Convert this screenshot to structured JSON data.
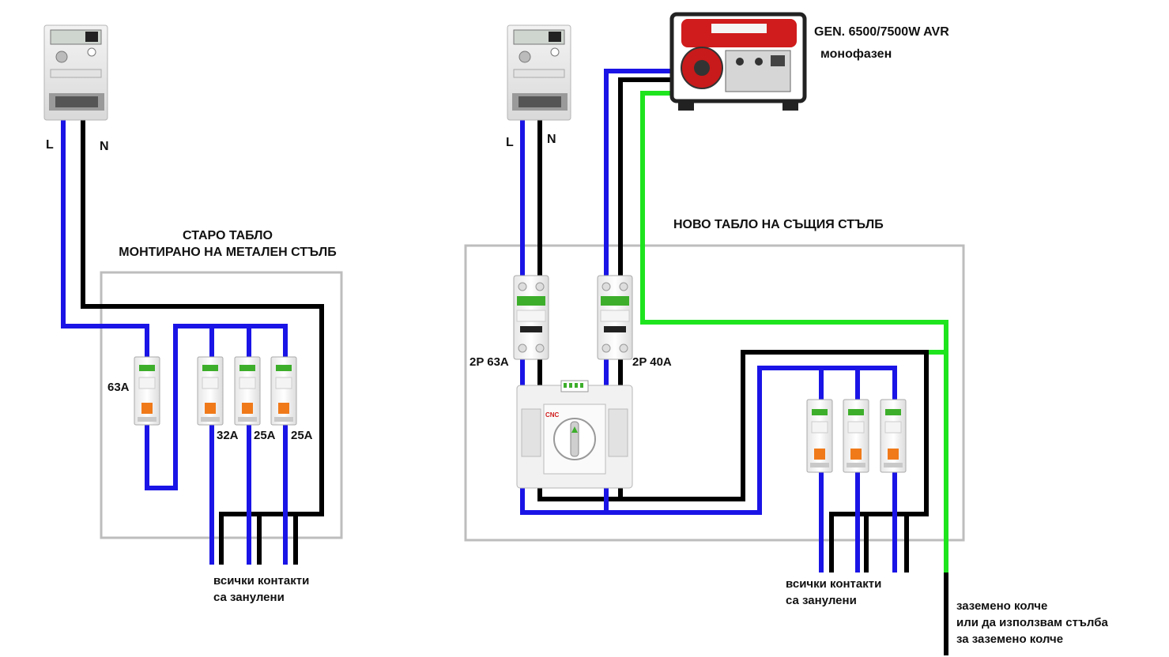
{
  "colors": {
    "line_wire": "#1a14e6",
    "neutral_wire": "#000000",
    "earth_wire": "#1ee41e",
    "panel_border": "#bdbdbd",
    "breaker_toggle": "#f07a1a",
    "generator_red": "#d01c1c",
    "schneider_green": "#3dae2b"
  },
  "labels": {
    "left_L": "L",
    "left_N": "N",
    "right_L": "L",
    "right_N": "N"
  },
  "old_panel": {
    "title_line1": "СТАРО ТАБЛО",
    "title_line2": "МОНТИРАНО НА МЕТАЛЕН СТЪЛБ",
    "main_breaker": "63A",
    "breakers": [
      "32A",
      "25A",
      "25A"
    ],
    "note_line1": "всички контакти",
    "note_line2": "са занулени"
  },
  "generator": {
    "label_line1": "GEN. 6500/7500W AVR",
    "label_line2": "монофазен"
  },
  "new_panel": {
    "title": "НОВО ТАБЛО НА СЪЩИЯ СТЪЛБ",
    "breaker_left": "2P 63A",
    "breaker_right": "2P 40A",
    "ats_brand": "CNC",
    "note_line1": "всички контакти",
    "note_line2": "са занулени",
    "earth_line1": "заземено колче",
    "earth_line2": "или да използвам стълба",
    "earth_line3": "за заземено колче"
  }
}
